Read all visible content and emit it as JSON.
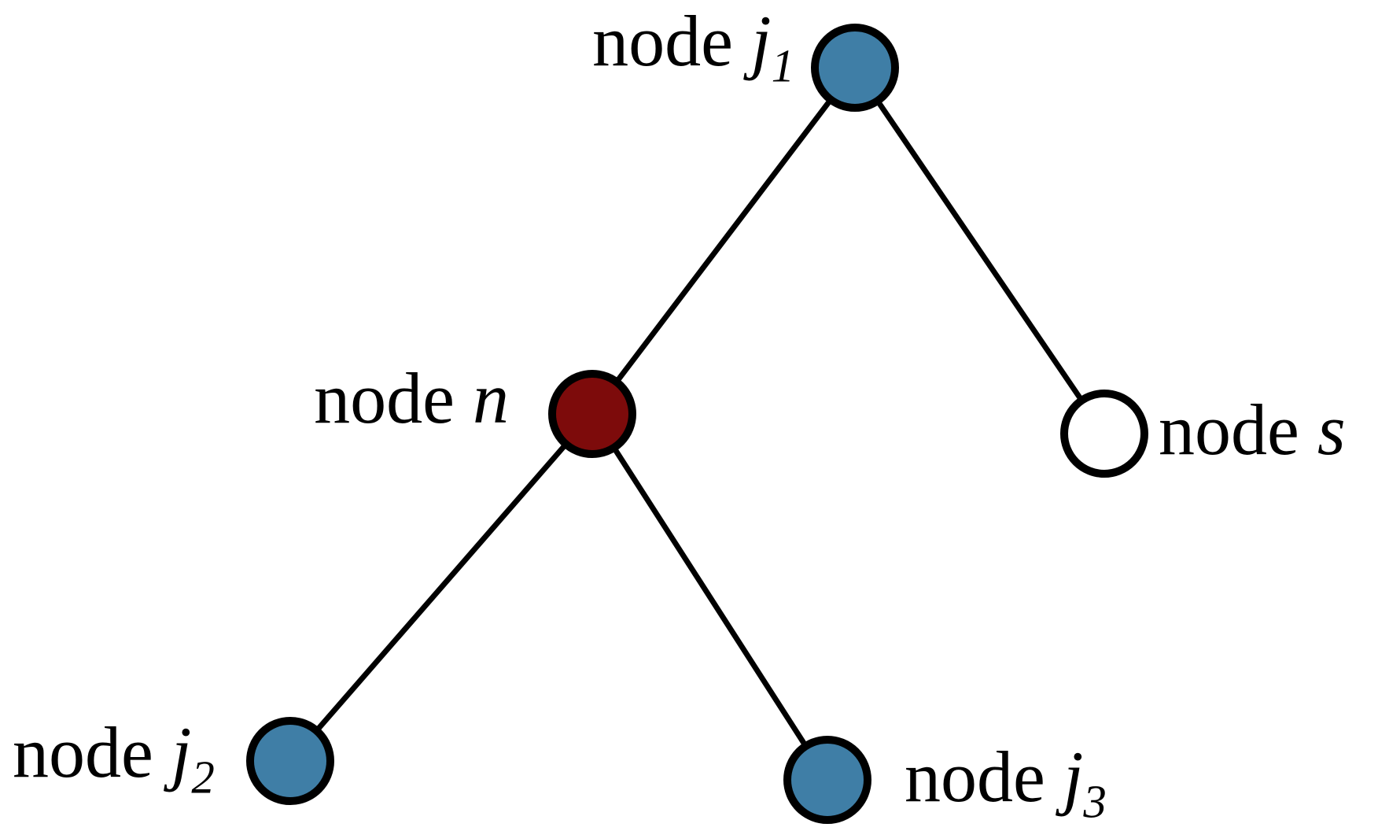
{
  "figure": {
    "background": "#ffffff",
    "edge_color": "#000000",
    "node_stroke_color": "#000000",
    "node_fill_blue": "#3f7ea6",
    "node_fill_dark_red": "#7d0b0b",
    "node_fill_white": "#ffffff"
  },
  "nodes": {
    "j1": {
      "prefix": "node ",
      "variable": "j",
      "subscript": "1",
      "fill": "#3f7ea6"
    },
    "n": {
      "prefix": "node ",
      "variable": "n",
      "fill": "#7d0b0b"
    },
    "s": {
      "prefix": "node ",
      "variable": "s",
      "fill": "#ffffff"
    },
    "j2": {
      "prefix": "node ",
      "variable": "j",
      "subscript": "2",
      "fill": "#3f7ea6"
    },
    "j3": {
      "prefix": "node ",
      "variable": "j",
      "subscript": "3",
      "fill": "#3f7ea6"
    }
  },
  "edges": [
    {
      "from": "j1",
      "to": "n"
    },
    {
      "from": "j1",
      "to": "s"
    },
    {
      "from": "n",
      "to": "j2"
    },
    {
      "from": "n",
      "to": "j3"
    }
  ]
}
